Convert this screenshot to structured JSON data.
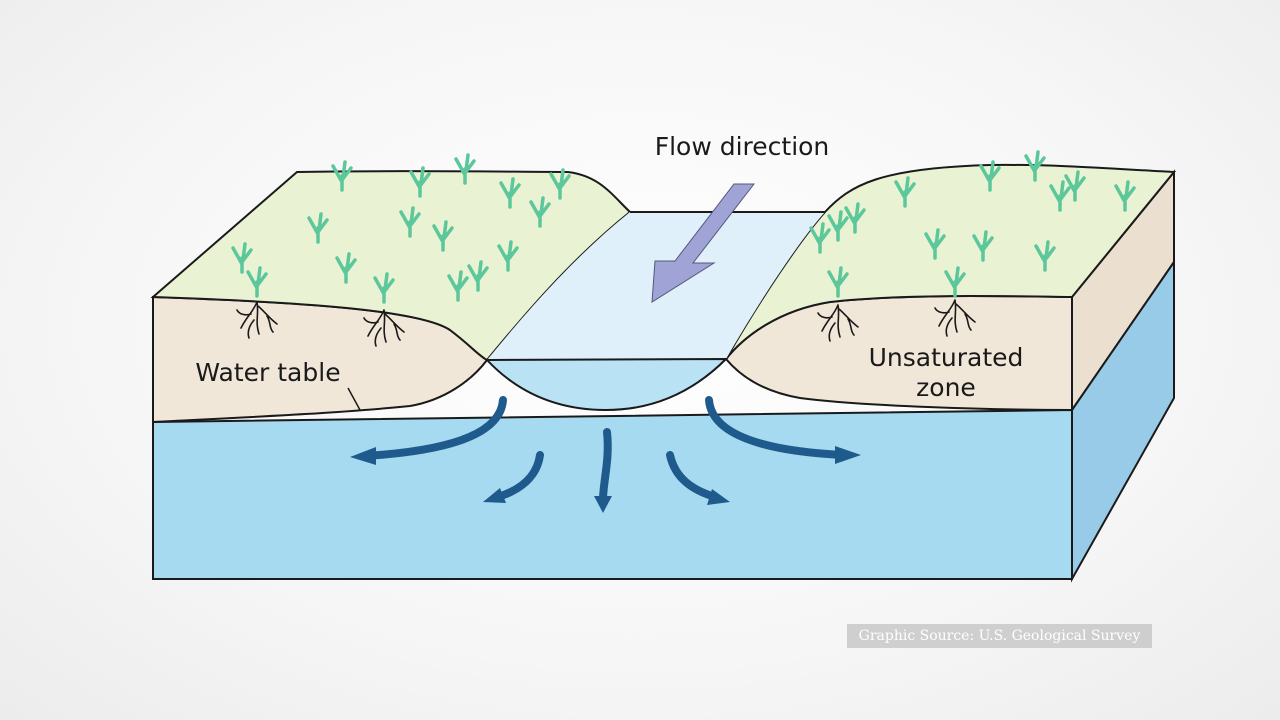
{
  "labels": {
    "flow_direction": "Flow direction",
    "water_table": "Water table",
    "unsaturated_line1": "Unsaturated",
    "unsaturated_line2": "zone"
  },
  "source_credit": "Graphic Source: U.S. Geological Survey",
  "colors": {
    "grass_surface": "#eaf2d4",
    "soil": "#f1e7d9",
    "groundwater": "#a6daf1",
    "groundwater_side": "#98cbe7",
    "stream_surface": "#dff0fa",
    "stream_water": "#b9e2f5",
    "flow_arrow": "#9fa3d6",
    "seepage_arrows": "#1f5a8c",
    "grass": "#5bc79a",
    "roots": "#1a1a1a"
  }
}
